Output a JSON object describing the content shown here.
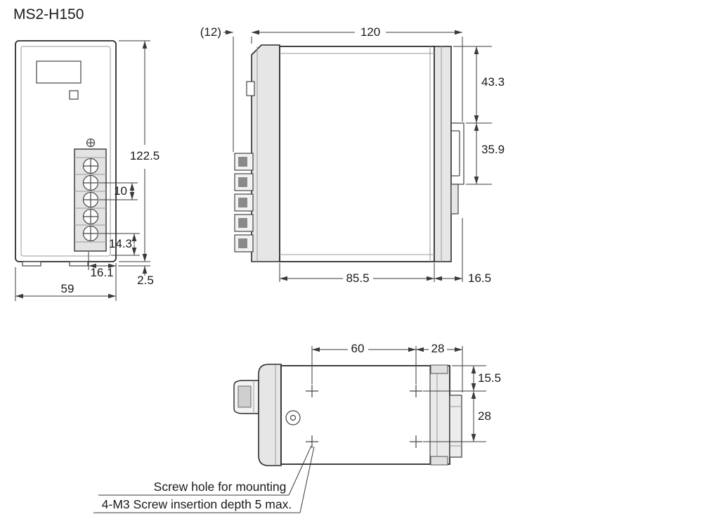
{
  "title": "MS2-H150",
  "colors": {
    "line": "#2b2b2b",
    "dimension": "#3a3a3a",
    "shading": "#e6e6e6"
  },
  "front_view": {
    "height": "122.5",
    "terminal_pitch": "10",
    "terminal_to_bottom": "14.3",
    "terminal_offset": "16.1",
    "foot_height": "2.5",
    "width": "59"
  },
  "side_view": {
    "connector_depth": "(12)",
    "depth": "120",
    "top_to_rail": "43.3",
    "rail_height": "35.9",
    "body_depth": "85.5",
    "rear_depth": "16.5"
  },
  "bottom_view": {
    "hole_span": "60",
    "hole_to_edge": "28",
    "edge_to_hole": "15.5",
    "hole_pitch": "28",
    "note_line1": "Screw hole for mounting",
    "note_line2": "4-M3 Screw insertion depth 5 max."
  }
}
